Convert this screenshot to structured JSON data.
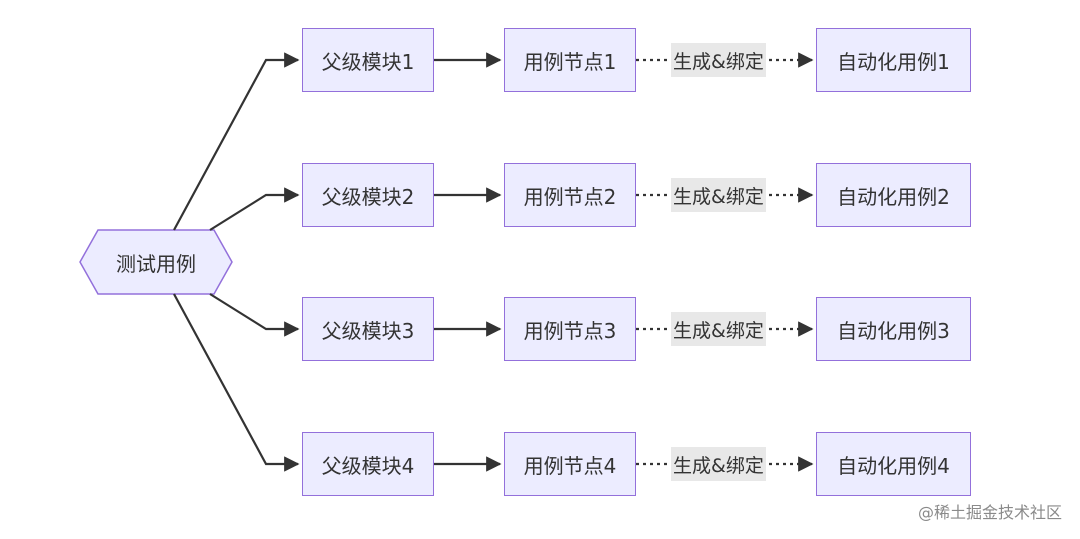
{
  "root": {
    "label": "测试用例"
  },
  "rows": [
    {
      "module": "父级模块1",
      "case": "用例节点1",
      "edge": "生成&绑定",
      "auto": "自动化用例1"
    },
    {
      "module": "父级模块2",
      "case": "用例节点2",
      "edge": "生成&绑定",
      "auto": "自动化用例2"
    },
    {
      "module": "父级模块3",
      "case": "用例节点3",
      "edge": "生成&绑定",
      "auto": "自动化用例3"
    },
    {
      "module": "父级模块4",
      "case": "用例节点4",
      "edge": "生成&绑定",
      "auto": "自动化用例4"
    }
  ],
  "watermark": "@稀土掘金技术社区",
  "colors": {
    "node_fill": "#ececff",
    "node_border": "#9370db",
    "edge": "#333333",
    "edge_label_bg": "#e8e8e8"
  }
}
